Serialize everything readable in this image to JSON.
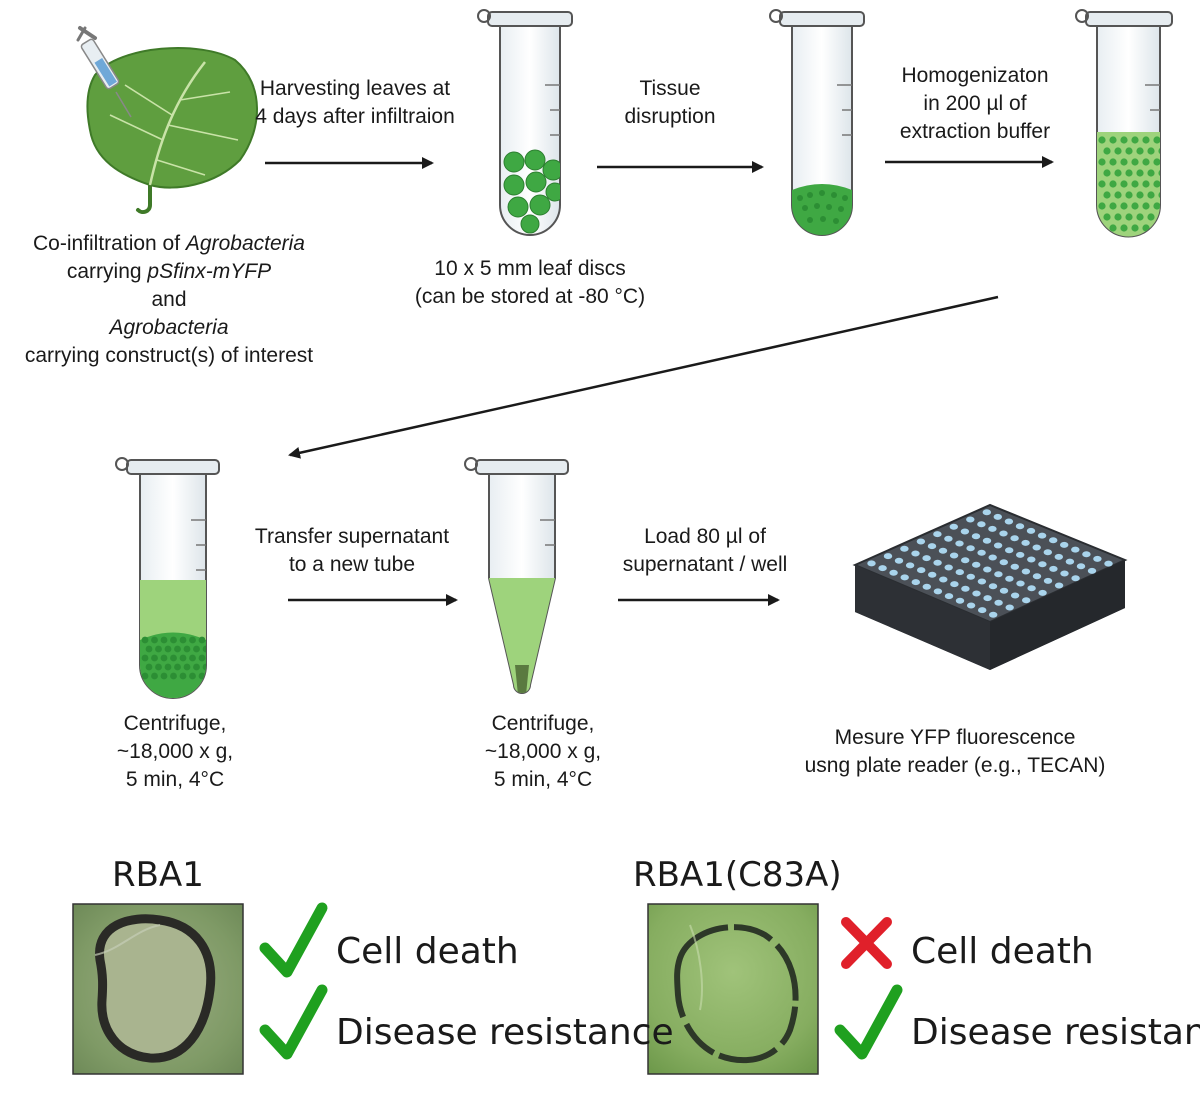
{
  "steps": {
    "infiltration": {
      "line1": "Co-infiltration of ",
      "line1_italic": "Agrobacteria",
      "line2": "carrying ",
      "line2_italic": "pSfinx-mYFP",
      "line3": "and",
      "line4_italic": "Agrobacteria",
      "line5": "carrying construct(s) of interest"
    },
    "harvest": {
      "line1": "Harvesting leaves at",
      "line2": "4 days after infiltraion"
    },
    "discs": {
      "line1": "10 x 5 mm leaf discs",
      "line2": "(can be stored at -80 °C)"
    },
    "disruption": {
      "line1": "Tissue",
      "line2": "disruption"
    },
    "homogenization": {
      "line1": "Homogenizaton",
      "line2": "in 200 µl of",
      "line3": "extraction buffer"
    },
    "centrifuge1": {
      "line1": "Centrifuge,",
      "line2": "~18,000 x g,",
      "line3": " 5 min, 4°C"
    },
    "transfer": {
      "line1": "Transfer supernatant",
      "line2": "to a new tube"
    },
    "centrifuge2": {
      "line1": "Centrifuge,",
      "line2": "~18,000 x g,",
      "line3": " 5 min, 4°C"
    },
    "load": {
      "line1": "Load 80 µl of",
      "line2": "supernatant / well"
    },
    "measure": {
      "line1": "Mesure YFP fluorescence",
      "line2": "usng plate reader (e.g., TECAN)"
    }
  },
  "results": [
    {
      "title": "RBA1",
      "cell_death_label": "Cell death",
      "cell_death_icon": "check-icon",
      "resistance_label": "Disease resistance",
      "resistance_icon": "check-icon"
    },
    {
      "title": "RBA1(C83A)",
      "cell_death_label": "Cell death",
      "cell_death_icon": "cross-icon",
      "resistance_label": "Disease resistance",
      "resistance_icon": "check-icon"
    }
  ],
  "colors": {
    "leaf": "#5f9e3f",
    "leaf_vein": "#c9e3a8",
    "disc_green": "#3fa843",
    "liquid_green": "#9ed37c",
    "check": "#1fa01f",
    "cross": "#e0202a",
    "plate": "#3b3f45",
    "well": "#a9d4ec"
  }
}
